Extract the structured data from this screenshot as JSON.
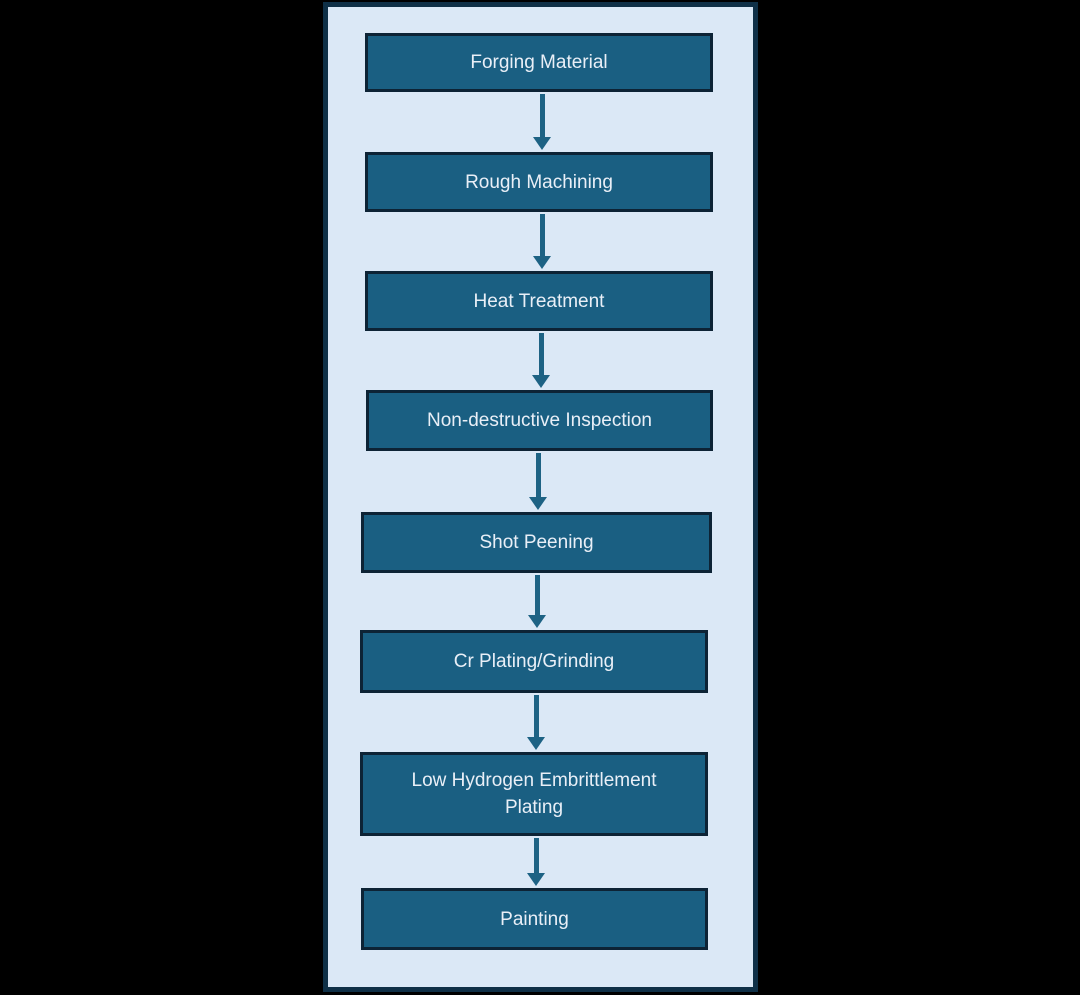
{
  "diagram": {
    "type": "flowchart",
    "orientation": "top-down",
    "steps": [
      {
        "label": "Forging Material"
      },
      {
        "label": "Rough Machining"
      },
      {
        "label": "Heat Treatment"
      },
      {
        "label": "Non-destructive Inspection"
      },
      {
        "label": "Shot Peening"
      },
      {
        "label": "Cr Plating/Grinding"
      },
      {
        "label": "Low Hydrogen Embrittlement Plating"
      },
      {
        "label": "Painting"
      }
    ],
    "connections": [
      {
        "from": 0,
        "to": 1
      },
      {
        "from": 1,
        "to": 2
      },
      {
        "from": 2,
        "to": 3
      },
      {
        "from": 3,
        "to": 4
      },
      {
        "from": 4,
        "to": 5
      },
      {
        "from": 5,
        "to": 6
      },
      {
        "from": 6,
        "to": 7
      }
    ],
    "colors": {
      "canvas_bg": "#000000",
      "panel_bg": "#dbe8f6",
      "panel_border": "#0f3047",
      "box_fill": "#1a5f82",
      "box_border": "#0d2335",
      "box_text": "#e9eff7",
      "arrow": "#1d6284"
    }
  }
}
